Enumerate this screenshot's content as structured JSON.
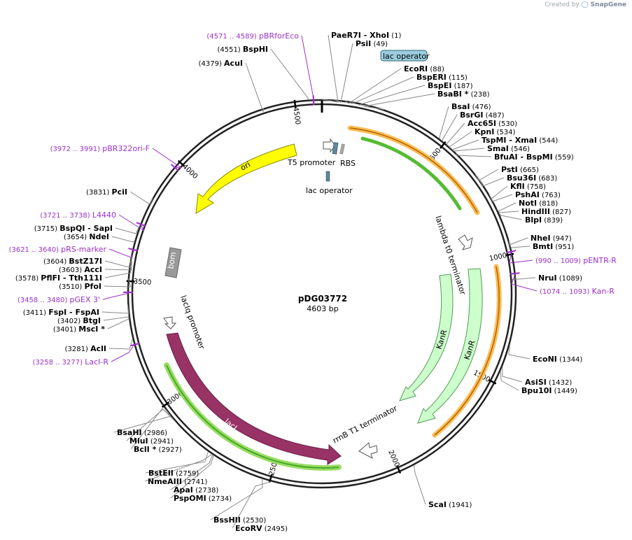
{
  "credit": {
    "prefix": "Created by",
    "brand": "SnapGene"
  },
  "plasmid": {
    "name": "pDG03772",
    "size_label": "4603 bp",
    "length": 4603
  },
  "colors": {
    "primer": "#9b30c8",
    "ori": "#ffff00",
    "lacI": "#993366",
    "kanR": "#ccffcc",
    "bom": "#999999",
    "orange": "#ffbb55",
    "green": "#55bb33",
    "operator": "#99ccdd",
    "marker": "#5a8a99"
  },
  "ticks": [
    "500",
    "1000",
    "1500",
    "2000",
    "2500",
    "3000",
    "3500",
    "4000",
    "4500"
  ],
  "features": [
    {
      "id": "ori",
      "label": "ori"
    },
    {
      "id": "bom",
      "label": "bom"
    },
    {
      "id": "lacI",
      "label": "lacI"
    },
    {
      "id": "kanR1",
      "label": "KanR"
    },
    {
      "id": "kanR2",
      "label": "KanR"
    },
    {
      "id": "lacIq",
      "label": "lacIq promoter"
    },
    {
      "id": "lambda",
      "label": "lambda t0 terminator"
    },
    {
      "id": "rrnB",
      "label": "rrnB T1 terminator"
    },
    {
      "id": "t5",
      "label": "T5 promoter"
    },
    {
      "id": "rbs",
      "label": "RBS"
    },
    {
      "id": "lacop_in",
      "label": "lac operator"
    },
    {
      "id": "lacop_box",
      "label": "lac operator"
    }
  ],
  "labels": [
    {
      "name": "PaeR7I",
      "pos": "",
      "name2": "XhoI",
      "pos2": "(1)"
    },
    {
      "name": "PsiI",
      "pos": "(49)"
    },
    {
      "name": "EcoRI",
      "pos": "(88)"
    },
    {
      "name": "BspERI",
      "pos": "(115)"
    },
    {
      "name": "BspEI",
      "pos": "(187)"
    },
    {
      "name": "BsaBI *",
      "pos": "(238)"
    },
    {
      "name": "BsaI",
      "pos": "(476)"
    },
    {
      "name": "BsrGI",
      "pos": "(487)"
    },
    {
      "name": "Acc65I",
      "pos": "(530)"
    },
    {
      "name": "KpnI",
      "pos": "(534)"
    },
    {
      "name": "TspMI",
      "pos": "",
      "name2": "XmaI",
      "pos2": "(544)"
    },
    {
      "name": "SmaI",
      "pos": "(546)"
    },
    {
      "name": "BfuAI",
      "pos": "",
      "name2": "BspMI",
      "pos2": "(559)"
    },
    {
      "name": "PstI",
      "pos": "(665)"
    },
    {
      "name": "Bsu36I",
      "pos": "(683)"
    },
    {
      "name": "KflI",
      "pos": "(758)"
    },
    {
      "name": "PshAI",
      "pos": "(763)"
    },
    {
      "name": "NotI",
      "pos": "(818)"
    },
    {
      "name": "HindIII",
      "pos": "(827)"
    },
    {
      "name": "BlpI",
      "pos": "(839)"
    },
    {
      "name": "NheI",
      "pos": "(947)"
    },
    {
      "name": "BmtI",
      "pos": "(951)"
    },
    {
      "name": "pENTR-R",
      "pos": "(990 .. 1009)",
      "primer": true
    },
    {
      "name": "NruI",
      "pos": "(1089)"
    },
    {
      "name": "Kan-R",
      "pos": "(1074 .. 1093)",
      "primer": true
    },
    {
      "name": "EcoNI",
      "pos": "(1344)"
    },
    {
      "name": "AsiSI",
      "pos": "(1432)"
    },
    {
      "name": "Bpu10I",
      "pos": "(1449)"
    },
    {
      "name": "ScaI",
      "pos": "(1941)"
    },
    {
      "name": "BssHII",
      "pos": "(2530)"
    },
    {
      "name": "EcoRV",
      "pos": "(2495)"
    },
    {
      "name": "BstEII",
      "pos": "(2759)"
    },
    {
      "name": "NmeAIII",
      "pos": "(2741)"
    },
    {
      "name": "ApaI",
      "pos": "(2738)"
    },
    {
      "name": "PspOMI",
      "pos": "(2734)"
    },
    {
      "name": "BsaHI",
      "pos": "(2986)"
    },
    {
      "name": "MluI",
      "pos": "(2941)"
    },
    {
      "name": "BclI *",
      "pos": "(2927)"
    },
    {
      "name": "LacI-R",
      "pos": "(3258 .. 3277)",
      "primer": true
    },
    {
      "name": "AclI",
      "pos": "(3281)"
    },
    {
      "name": "MscI *",
      "pos": "(3401)"
    },
    {
      "name": "BtgI",
      "pos": "(3402)"
    },
    {
      "name": "FspI",
      "pos": "(3411)",
      "name2": "FspAI",
      "pos2": ""
    },
    {
      "name": "pGEX 3'",
      "pos": "(3458 .. 3480)",
      "primer": true
    },
    {
      "name": "PfoI",
      "pos": "(3510)"
    },
    {
      "name": "PflFI",
      "pos": "(3578)",
      "name2": "Tth111I",
      "pos2": ""
    },
    {
      "name": "AccI",
      "pos": "(3603)"
    },
    {
      "name": "BstZ17I",
      "pos": "(3604)"
    },
    {
      "name": "pRS-marker",
      "pos": "(3621 .. 3640)",
      "primer": true
    },
    {
      "name": "NdeI",
      "pos": "(3654)"
    },
    {
      "name": "BspQI",
      "pos": "(3715)",
      "name2": "SapI",
      "pos2": ""
    },
    {
      "name": "L4440",
      "pos": "(3721 .. 3738)",
      "primer": true
    },
    {
      "name": "PciI",
      "pos": "(3831)"
    },
    {
      "name": "pBR322ori-F",
      "pos": "(3972 .. 3991)",
      "primer": true
    },
    {
      "name": "AcuI",
      "pos": "(4379)"
    },
    {
      "name": "BspHI",
      "pos": "(4551)"
    },
    {
      "name": "pBRforEco",
      "pos": "(4571 .. 4589)",
      "primer": true
    }
  ]
}
